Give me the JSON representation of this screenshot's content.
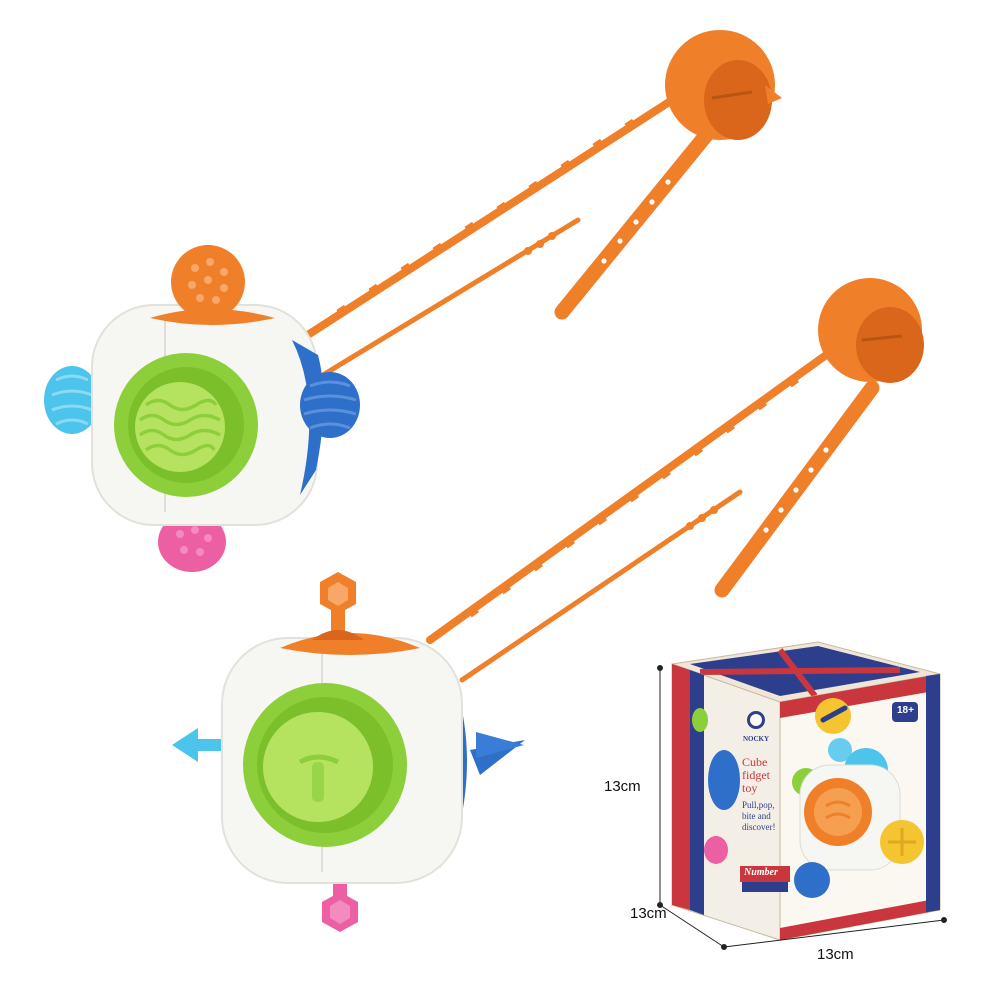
{
  "colors": {
    "orange": "#f07f2a",
    "orange_dark": "#d9661a",
    "cube_white": "#f6f6f2",
    "green": "#8ccf3a",
    "green_light": "#b6e35f",
    "blue": "#2e6fc9",
    "sky": "#4cc4ec",
    "pink": "#ec5fa3",
    "yellow": "#f4c431",
    "box_navy": "#2d3f8c",
    "box_red": "#c9363d"
  },
  "box": {
    "brand": "NOCKY",
    "title_line1": "Cube",
    "title_line2": "fidget",
    "title_line3": "toy",
    "tagline_line1": "Pull,pop,",
    "tagline_line2": "bite and",
    "tagline_line3": "discover!",
    "age_badge": "18+",
    "number_label": "Number"
  },
  "dimensions": {
    "height": "13cm",
    "depth": "13cm",
    "width": "13cm"
  }
}
